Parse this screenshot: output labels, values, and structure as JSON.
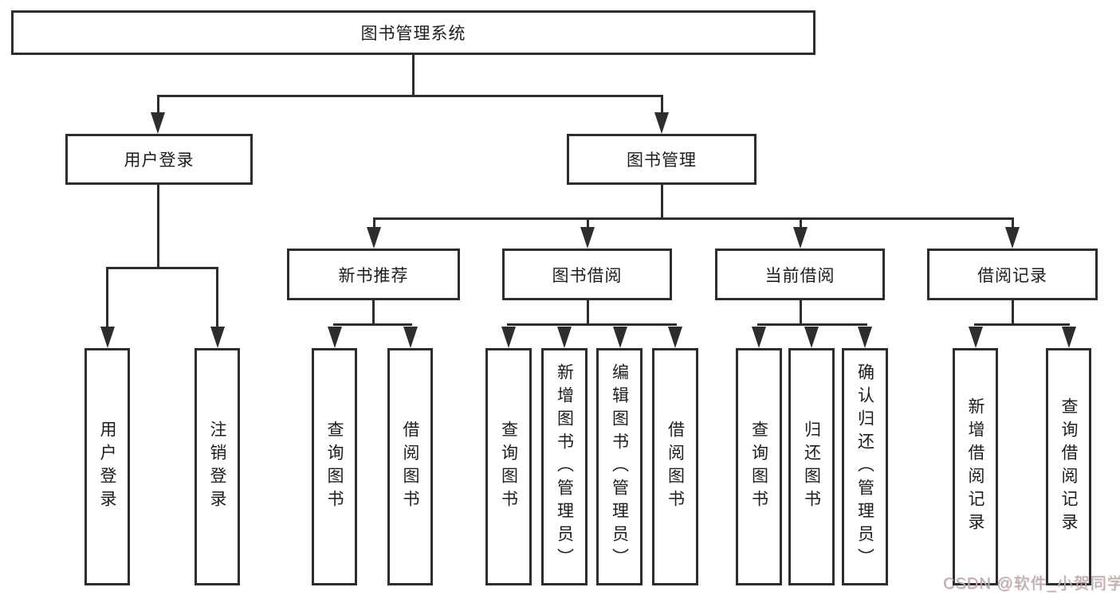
{
  "tree": {
    "root": {
      "label": "图书管理系统"
    },
    "level2": [
      {
        "label": "用户登录",
        "children": [
          {
            "label": "用户登录"
          },
          {
            "label": "注销登录"
          }
        ]
      },
      {
        "label": "图书管理",
        "children": [
          {
            "label": "新书推荐",
            "children": [
              {
                "label": "查询图书"
              },
              {
                "label": "借阅图书"
              }
            ]
          },
          {
            "label": "图书借阅",
            "children": [
              {
                "label": "查询图书"
              },
              {
                "label": "新增图书（管理员）"
              },
              {
                "label": "编辑图书（管理员）"
              },
              {
                "label": "借阅图书"
              }
            ]
          },
          {
            "label": "当前借阅",
            "children": [
              {
                "label": "查询图书"
              },
              {
                "label": "归还图书"
              },
              {
                "label": "确认归还（管理员）"
              }
            ]
          },
          {
            "label": "借阅记录",
            "children": [
              {
                "label": "新增借阅记录"
              },
              {
                "label": "查询借阅记录"
              }
            ]
          }
        ]
      }
    ]
  },
  "watermark": {
    "text": "CSDN @软件_小贺同学"
  },
  "colors": {
    "line": "#2d2d2d",
    "text": "#1d1d1d",
    "background": "#ffffff",
    "watermark": "#b2b2b2"
  }
}
